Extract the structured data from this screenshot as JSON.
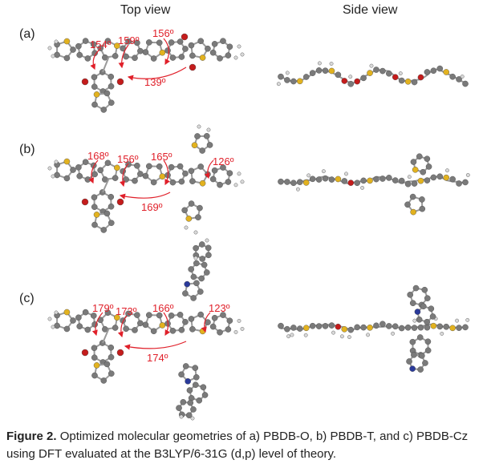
{
  "headers": {
    "top_view": "Top view",
    "side_view": "Side view"
  },
  "panels": [
    {
      "label": "(a)",
      "angles": [
        "154º",
        "159º",
        "156º",
        "139º"
      ]
    },
    {
      "label": "(b)",
      "angles": [
        "168º",
        "156º",
        "165º",
        "126º",
        "169º"
      ]
    },
    {
      "label": "(c)",
      "angles": [
        "179º",
        "173º",
        "166º",
        "123º",
        "174º"
      ]
    }
  ],
  "caption": {
    "label": "Figure 2.",
    "text": "Optimized molecular geometries of a) PBDB-O, b) PBDB-T, and c) PBDB-Cz using DFT evaluated at the B3LYP/6-31G (d,p) level of theory."
  },
  "atom_colors": {
    "carbon": "#7a7a7a",
    "hydrogen": "#d9d9d9",
    "sulfur": "#e2b21f",
    "oxygen": "#c41c1c",
    "nitrogen": "#2a3a9a"
  },
  "annotation_color": "#e0202a"
}
